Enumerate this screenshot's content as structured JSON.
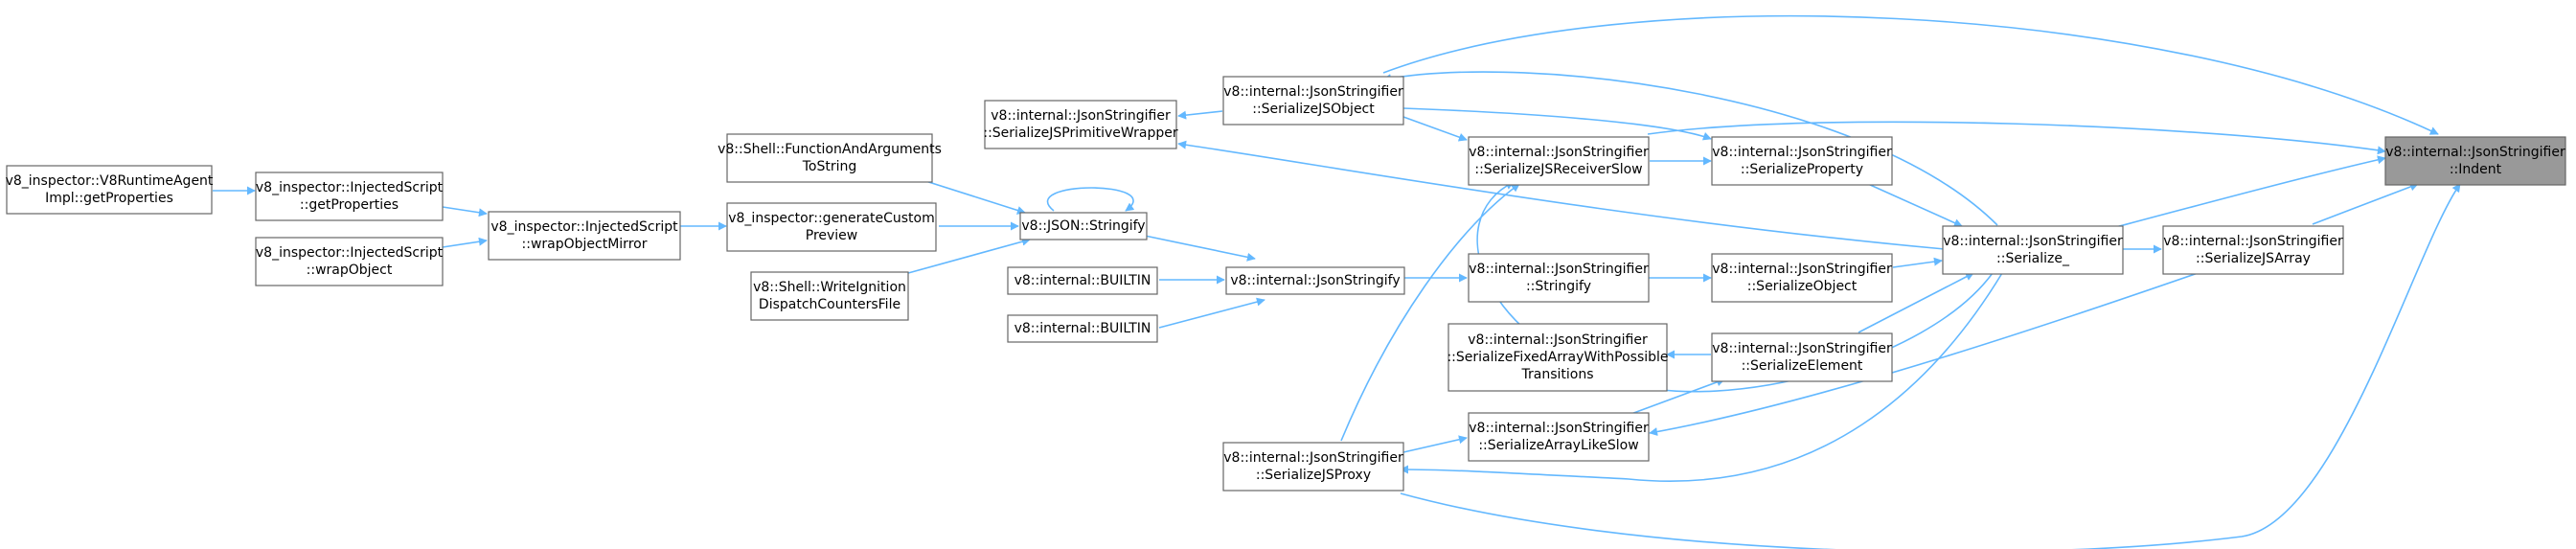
{
  "nodes": [
    {
      "id": "n0",
      "lines": [
        "v8::internal::JsonStringifier",
        "::Indent"
      ],
      "focus": true
    },
    {
      "id": "n1",
      "lines": [
        "v8::internal::JsonStringifier",
        "::SerializeJSArray"
      ]
    },
    {
      "id": "n2",
      "lines": [
        "v8::internal::JsonStringifier",
        "::Serialize_"
      ]
    },
    {
      "id": "n3",
      "lines": [
        "v8::internal::JsonStringifier",
        "::SerializeJSObject"
      ]
    },
    {
      "id": "n4",
      "lines": [
        "v8::internal::JsonStringifier",
        "::SerializeJSPrimitiveWrapper"
      ]
    },
    {
      "id": "n5",
      "lines": [
        "v8::internal::JsonStringifier",
        "::SerializeJSReceiverSlow"
      ]
    },
    {
      "id": "n6",
      "lines": [
        "v8::internal::JsonStringifier",
        "::SerializeProperty"
      ]
    },
    {
      "id": "n7",
      "lines": [
        "v8::internal::JsonStringifier",
        "::Stringify"
      ]
    },
    {
      "id": "n8",
      "lines": [
        "v8::internal::JsonStringifier",
        "::SerializeObject"
      ]
    },
    {
      "id": "n9",
      "lines": [
        "v8::internal::JsonStringifier",
        "::SerializeFixedArrayWithPossible",
        "Transitions"
      ]
    },
    {
      "id": "n10",
      "lines": [
        "v8::internal::JsonStringifier",
        "::SerializeElement"
      ]
    },
    {
      "id": "n11",
      "lines": [
        "v8::internal::JsonStringifier",
        "::SerializeArrayLikeSlow"
      ]
    },
    {
      "id": "n12",
      "lines": [
        "v8::internal::JsonStringifier",
        "::SerializeJSProxy"
      ]
    },
    {
      "id": "n13",
      "lines": [
        "v8::internal::JsonStringify"
      ]
    },
    {
      "id": "n14",
      "lines": [
        "v8::internal::BUILTIN"
      ]
    },
    {
      "id": "n15",
      "lines": [
        "v8::internal::BUILTIN"
      ]
    },
    {
      "id": "n16",
      "lines": [
        "v8::JSON::Stringify"
      ]
    },
    {
      "id": "n17",
      "lines": [
        "v8::Shell::FunctionAndArguments",
        "ToString"
      ]
    },
    {
      "id": "n18",
      "lines": [
        "v8_inspector::generateCustom",
        "Preview"
      ]
    },
    {
      "id": "n19",
      "lines": [
        "v8::Shell::WriteIgnition",
        "DispatchCountersFile"
      ]
    },
    {
      "id": "n20",
      "lines": [
        "v8_inspector::InjectedScript",
        "::wrapObjectMirror"
      ]
    },
    {
      "id": "n21",
      "lines": [
        "v8_inspector::InjectedScript",
        "::getProperties"
      ]
    },
    {
      "id": "n22",
      "lines": [
        "v8_inspector::InjectedScript",
        "::wrapObject"
      ]
    },
    {
      "id": "n23",
      "lines": [
        "v8_inspector::V8RuntimeAgent",
        "Impl::getProperties"
      ]
    }
  ],
  "colors": {
    "edge": "#63b8ff",
    "node_border": "#666666",
    "focus_fill": "#999999",
    "node_fill": "#ffffff"
  }
}
